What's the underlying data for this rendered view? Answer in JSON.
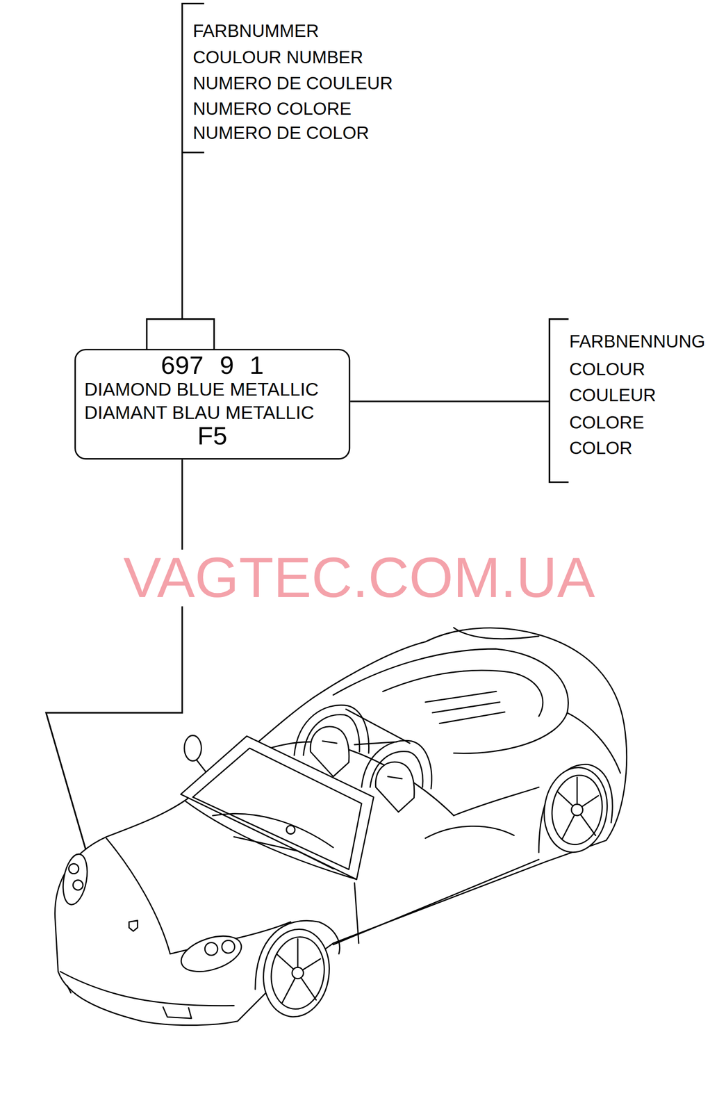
{
  "diagram": {
    "nodes": [
      {
        "text": [
          "697",
          "9",
          "1",
          "DIAMOND BLUE METALLIC",
          "DIAMANT BLAU METALLIC",
          "F5"
        ]
      }
    ],
    "labels": [
      "FARBNUMMER",
      "COULOUR NUMBER",
      "NUMERO DE COULEUR",
      "NUMERO COLORE",
      "NUMERO DE COLOR",
      "FARBNENNUNG",
      "COLOUR",
      "COULEUR",
      "COLORE",
      "COLOR",
      "VAGTEC.COM.UA"
    ]
  }
}
